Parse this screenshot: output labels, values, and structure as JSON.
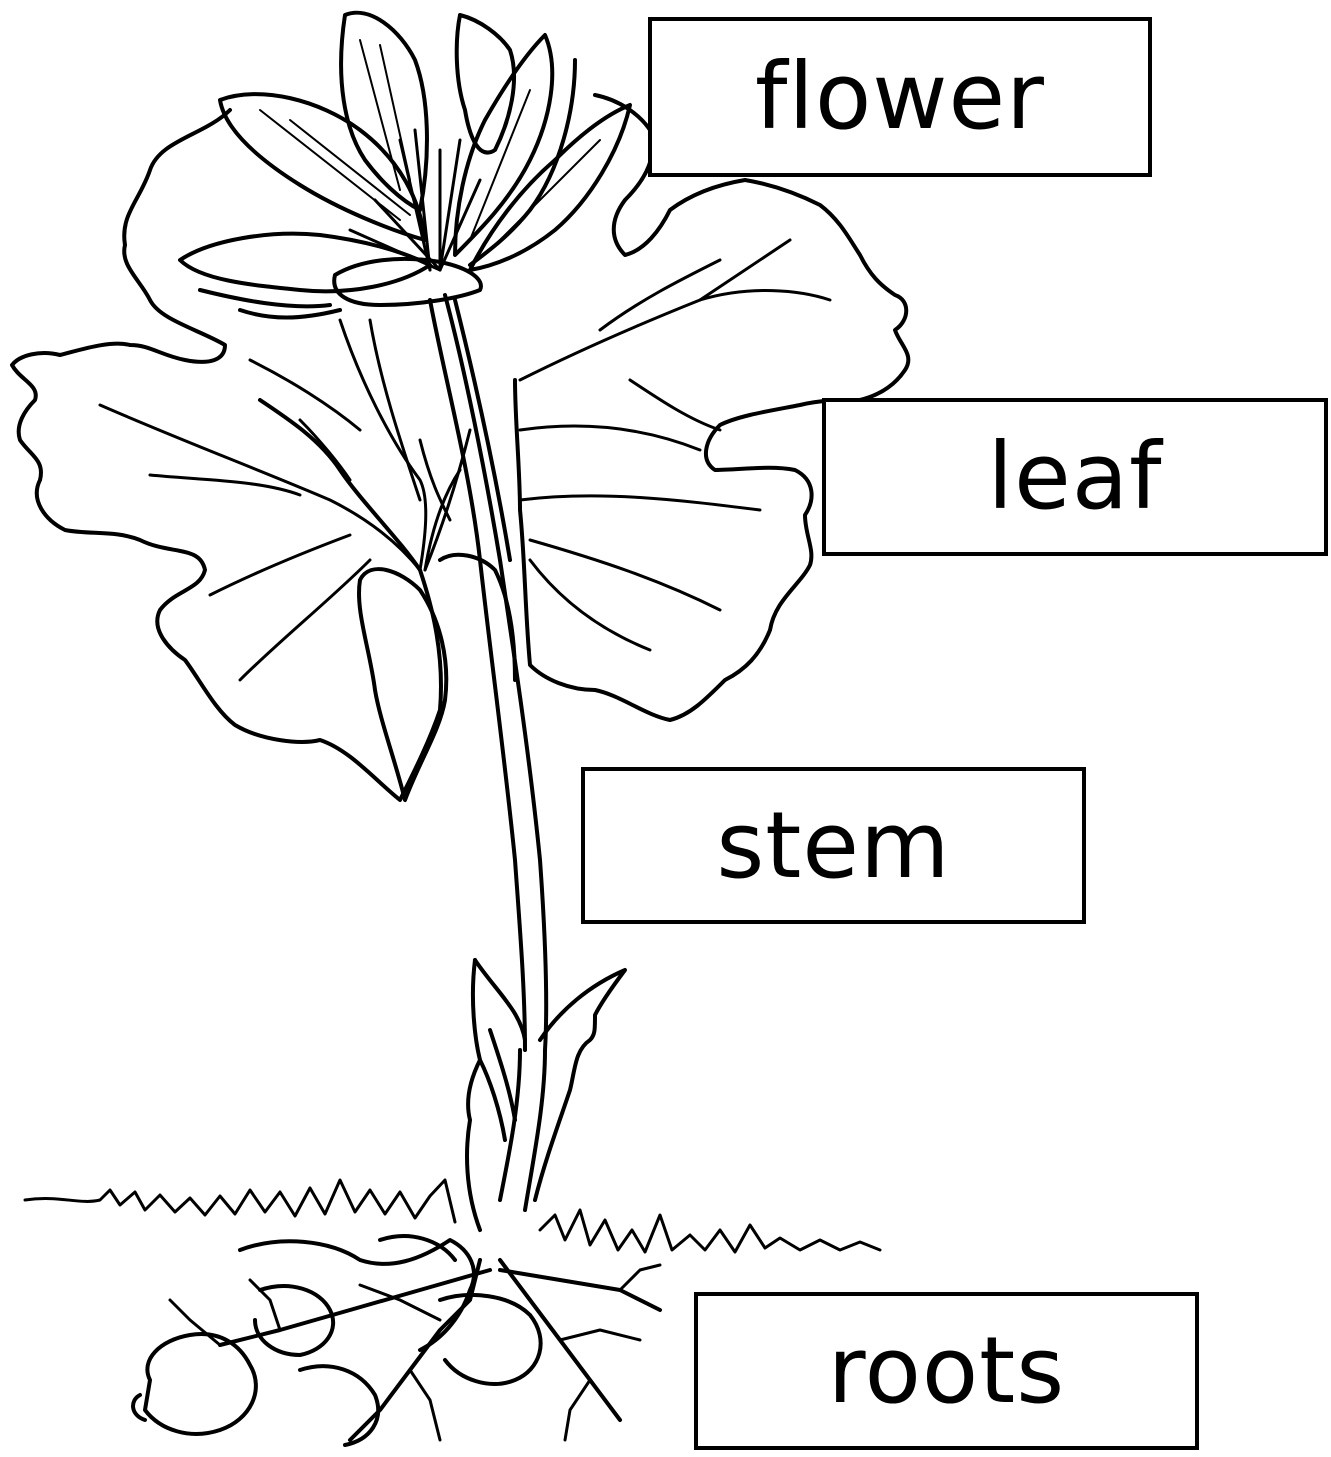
{
  "labels": {
    "flower": "flower",
    "leaf": "leaf",
    "stem": "stem",
    "roots": "roots"
  },
  "colors": {
    "line": "#000000",
    "background": "#ffffff"
  }
}
